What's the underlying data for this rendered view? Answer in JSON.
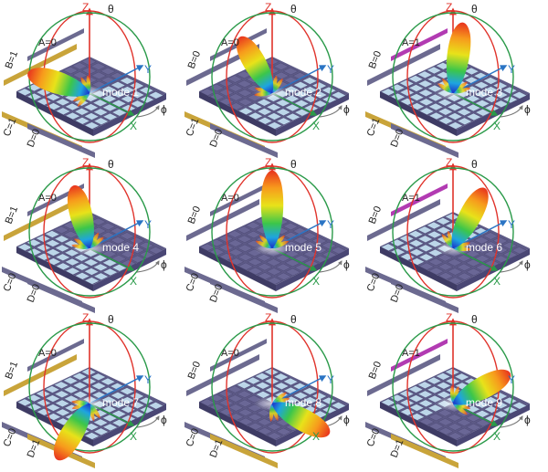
{
  "axis_labels": {
    "z": "Z",
    "x": "X",
    "y": "Y",
    "theta": "θ",
    "phi": "ϕ"
  },
  "colors": {
    "z_axis": "#e0332b",
    "x_axis": "#2a9a49",
    "y_axis": "#2a74c4",
    "theta_arc": "#e0332b",
    "phi_arc": "#2a9a49",
    "board": "#5d5a86",
    "board_side": "#3e3b64",
    "cell_on": "#bcd6e9",
    "cell_off": "#6a6796",
    "bias_on": "#c9a43a",
    "bias_off": "#6c6a90",
    "bias_magenta": "#b23bb2"
  },
  "panels": [
    {
      "mode": "mode 1",
      "A": "A=0",
      "B": "B=1",
      "C": "C=1",
      "D": "D=0"
    },
    {
      "mode": "mode 2",
      "A": "A=0",
      "B": "B=0",
      "C": "C=1",
      "D": "D=0"
    },
    {
      "mode": "mode 3",
      "A": "A=1",
      "B": "B=0",
      "C": "C=1",
      "D": "D=0"
    },
    {
      "mode": "mode 4",
      "A": "A=0",
      "B": "B=1",
      "C": "C=0",
      "D": "D=0"
    },
    {
      "mode": "mode 5",
      "A": "A=0",
      "B": "B=0",
      "C": "C=0",
      "D": "D=0"
    },
    {
      "mode": "mode 6",
      "A": "A=1",
      "B": "B=0",
      "C": "C=0",
      "D": "D=0"
    },
    {
      "mode": "mode 7",
      "A": "A=0",
      "B": "B=1",
      "C": "C=0",
      "D": "D=1"
    },
    {
      "mode": "mode 8",
      "A": "A=0",
      "B": "B=0",
      "C": "C=0",
      "D": "D=1"
    },
    {
      "mode": "mode 9",
      "A": "A=1",
      "B": "B=0",
      "C": "C=0",
      "D": "D=1"
    }
  ]
}
